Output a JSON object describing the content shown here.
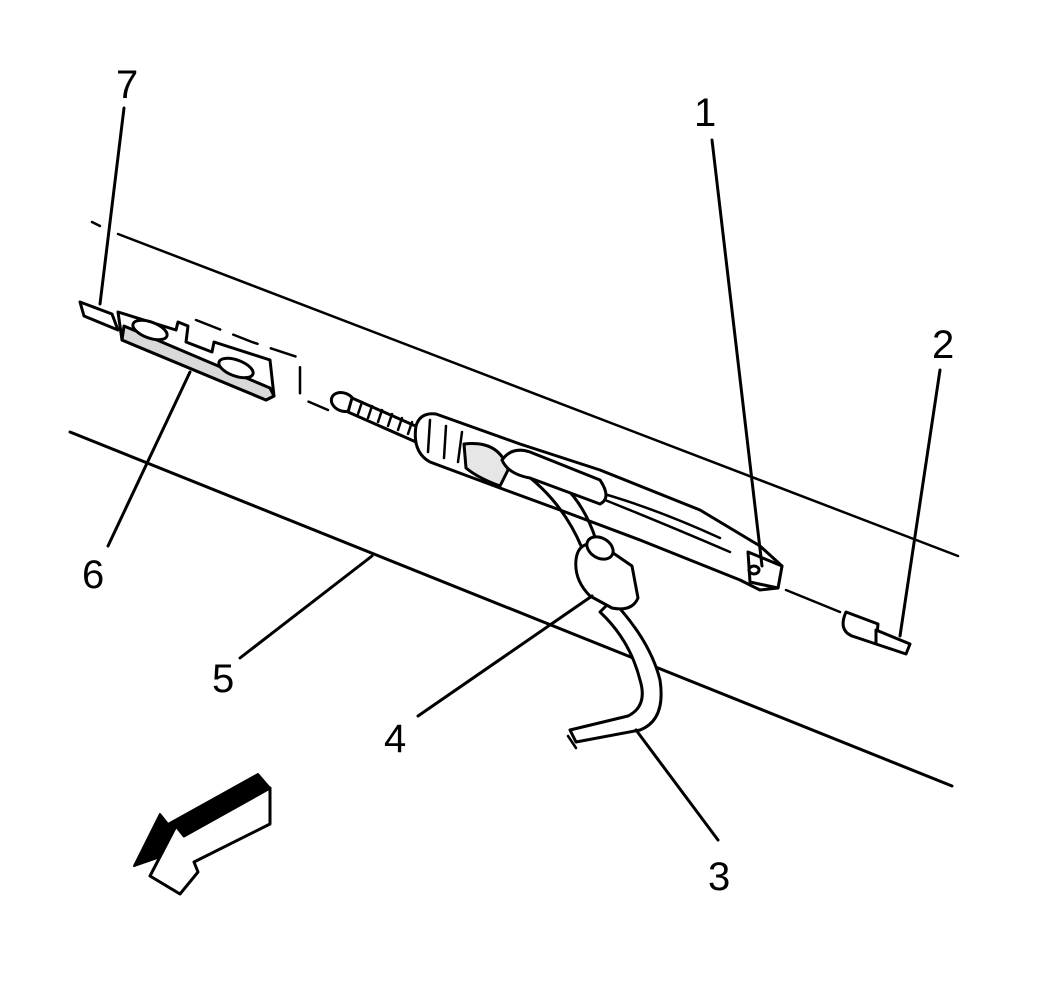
{
  "diagram": {
    "callouts": [
      {
        "id": "1",
        "label": "1"
      },
      {
        "id": "2",
        "label": "2"
      },
      {
        "id": "3",
        "label": "3"
      },
      {
        "id": "4",
        "label": "4"
      },
      {
        "id": "5",
        "label": "5"
      },
      {
        "id": "6",
        "label": "6"
      },
      {
        "id": "7",
        "label": "7"
      }
    ],
    "arrow_icon": "direction-arrow-icon",
    "colors": {
      "line": "#000000",
      "background": "#ffffff",
      "shading": "#bfbfbf"
    }
  }
}
